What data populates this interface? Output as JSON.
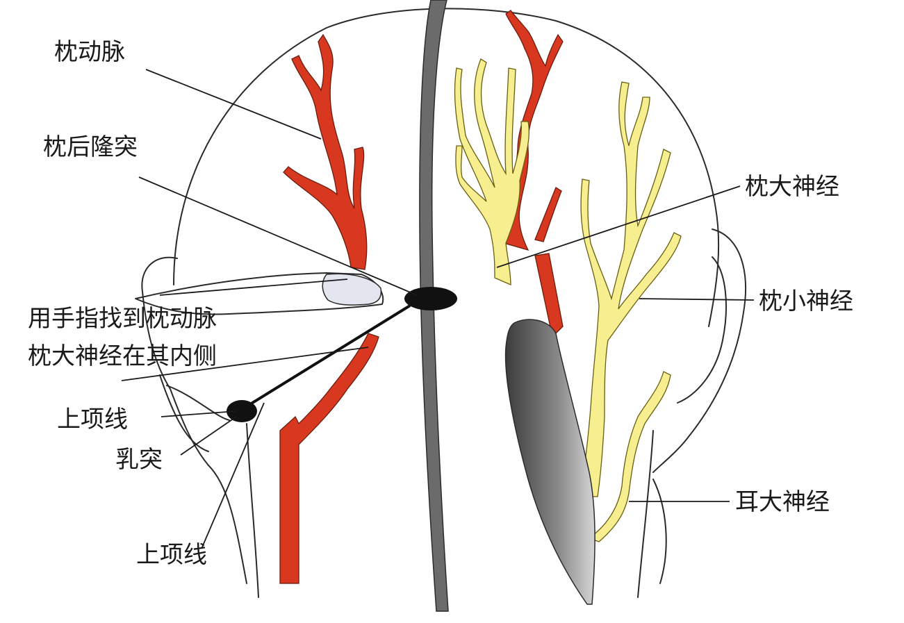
{
  "labels": {
    "occipital_artery": "枕动脉",
    "external_occipital_protuberance": "枕后隆突",
    "find_artery_line1": "用手指找到枕动脉",
    "find_artery_line2": "枕大神经在其内侧",
    "superior_nuchal_line_1": "上项线",
    "mastoid": "乳突",
    "superior_nuchal_line_2": "上项线",
    "greater_occipital_nerve": "枕大神经",
    "lesser_occipital_nerve": "枕小神经",
    "great_auricular_nerve": "耳大神经"
  },
  "colors": {
    "artery": "#d8381f",
    "nerve": "#f7ee8f",
    "outline": "#2a2a2a",
    "midline": "#6b6b6b",
    "muscle": "#555555"
  }
}
